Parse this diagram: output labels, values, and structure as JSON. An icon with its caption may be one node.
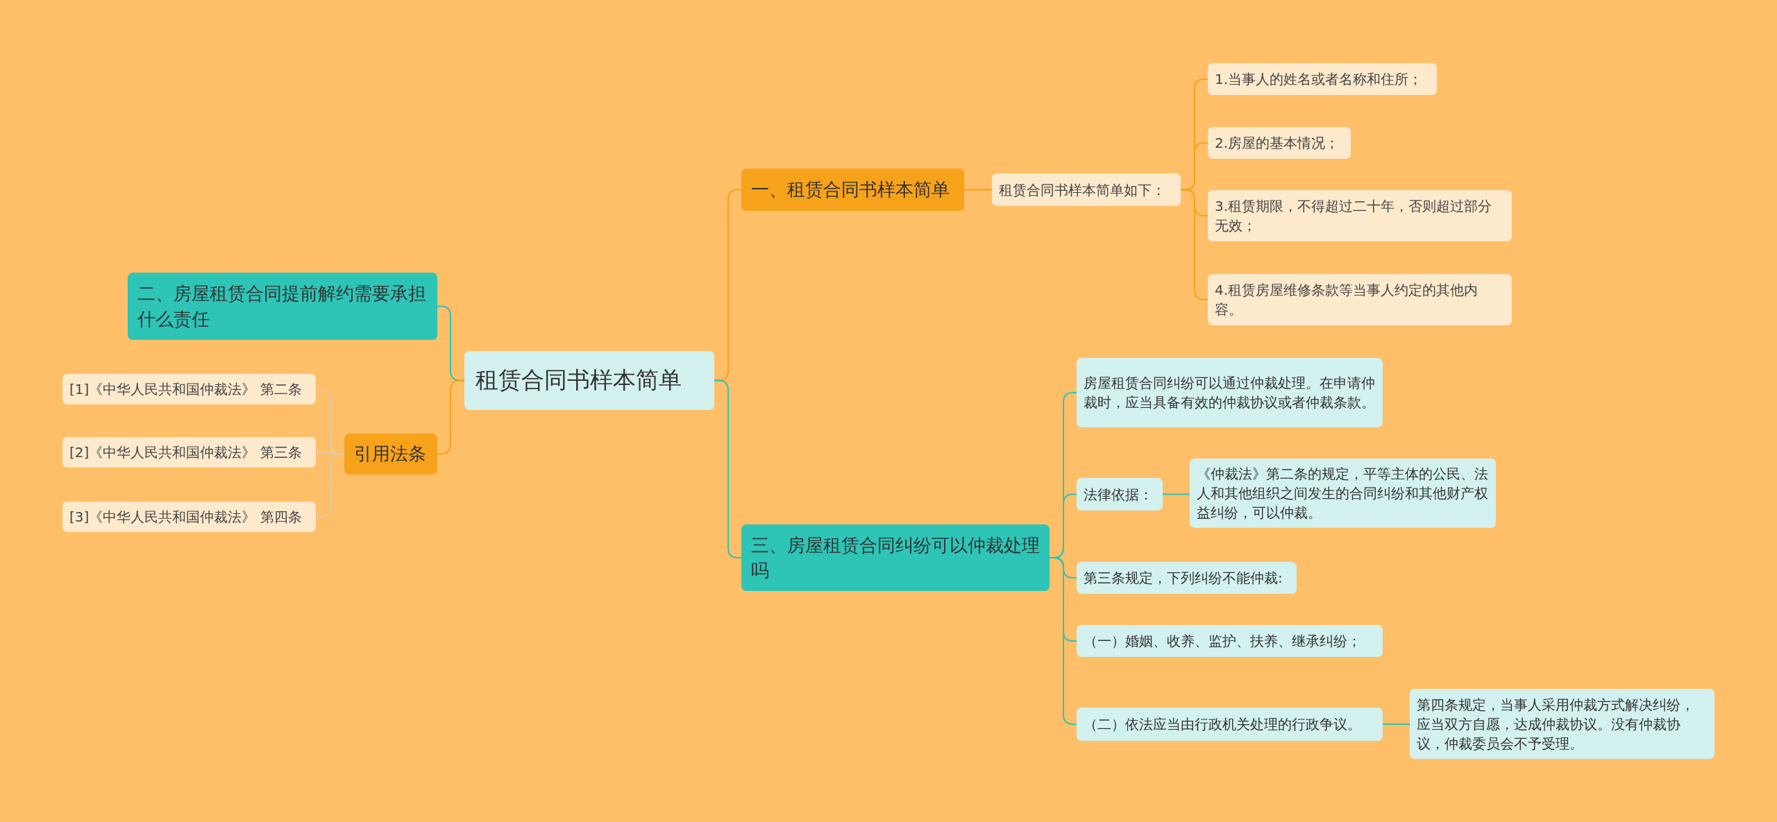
{
  "diagram": {
    "nodes": [
      {
        "text": [
          "租赁合同书样本简单"
        ]
      },
      {
        "text": [
          "一、租赁合同书样本简单"
        ]
      },
      {
        "text": [
          "租赁合同书样本简单如下："
        ]
      },
      {
        "text": [
          "1.当事人的姓名或者名称和住所；"
        ]
      },
      {
        "text": [
          "2.房屋的基本情况；"
        ]
      },
      {
        "text": [
          "3.租赁期限，不得超过二十年，否则超过部分无效；"
        ]
      },
      {
        "text": [
          "4.租赁房屋维修条款等当事人约定的其他内容。"
        ]
      },
      {
        "text": [
          "二、房屋租赁合同提前解约需要承担什么责任"
        ]
      },
      {
        "text": [
          "引用法条"
        ]
      },
      {
        "text": [
          "[1]《中华人民共和国仲裁法》 第二条"
        ]
      },
      {
        "text": [
          "[2]《中华人民共和国仲裁法》 第三条"
        ]
      },
      {
        "text": [
          "[3]《中华人民共和国仲裁法》 第四条"
        ]
      },
      {
        "text": [
          "三、房屋租赁合同纠纷可以仲裁处理吗"
        ]
      },
      {
        "text": [
          "房屋租赁合同纠纷可以通过仲裁处理。在申请仲裁时，应当具备有效的仲裁协议或者仲裁条款。"
        ]
      },
      {
        "text": [
          "法律依据："
        ]
      },
      {
        "text": [
          "《仲裁法》第二条的规定，平等主体的公民、法人和其他组织之间发生的合同纠纷和其他财产权益纠纷，可以仲裁。"
        ]
      },
      {
        "text": [
          "第三条规定，下列纠纷不能仲裁:"
        ]
      },
      {
        "text": [
          "（一）婚姻、收养、监护、扶养、继承纠纷；"
        ]
      },
      {
        "text": [
          "（二）依法应当由行政机关处理的行政争议。"
        ]
      },
      {
        "text": [
          "第四条规定，当事人采用仲裁方式解决纠纷，应当双方自愿，达成仲裁协议。没有仲裁协议，仲裁委员会不予受理。"
        ]
      }
    ],
    "edges": [
      {
        "from": 0,
        "to": 1,
        "arrow": "none",
        "color": "#f7a21b"
      },
      {
        "from": 1,
        "to": 2,
        "arrow": "none",
        "color": "#f7a21b"
      },
      {
        "from": 2,
        "to": 3,
        "arrow": "none",
        "color": "#f7a21b"
      },
      {
        "from": 2,
        "to": 4,
        "arrow": "none",
        "color": "#f7a21b"
      },
      {
        "from": 2,
        "to": 5,
        "arrow": "none",
        "color": "#f7a21b"
      },
      {
        "from": 2,
        "to": 6,
        "arrow": "none",
        "color": "#f7a21b"
      },
      {
        "from": 0,
        "to": 7,
        "arrow": "none"
      },
      {
        "from": 0,
        "to": 8,
        "arrow": "none",
        "color": "#f7a21b"
      },
      {
        "from": 8,
        "to": 9,
        "arrow": "none",
        "color": "#e0c9a6"
      },
      {
        "from": 8,
        "to": 10,
        "arrow": "none",
        "color": "#e0c9a6"
      },
      {
        "from": 8,
        "to": 11,
        "arrow": "none",
        "color": "#e0c9a6"
      },
      {
        "from": 0,
        "to": 12,
        "arrow": "none"
      },
      {
        "from": 12,
        "to": 13,
        "arrow": "none"
      },
      {
        "from": 12,
        "to": 14,
        "arrow": "none"
      },
      {
        "from": 14,
        "to": 15,
        "arrow": "none"
      },
      {
        "from": 12,
        "to": 16,
        "arrow": "none"
      },
      {
        "from": 12,
        "to": 17,
        "arrow": "none"
      },
      {
        "from": 12,
        "to": 18,
        "arrow": "none"
      },
      {
        "from": 18,
        "to": 19,
        "arrow": "none"
      }
    ]
  }
}
